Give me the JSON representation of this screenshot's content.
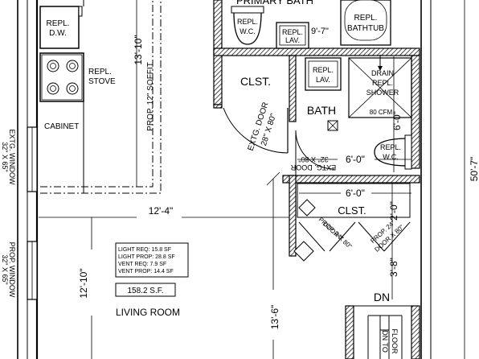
{
  "rooms": {
    "primary_bath": "PRIMARY BATH",
    "closet_upper": "CLST.",
    "bath": "BATH",
    "closet_lower": "CLST.",
    "living_room": "LIVING ROOM"
  },
  "fixtures": {
    "dishwasher": [
      "REPL.",
      "D.W."
    ],
    "stove": [
      "REPL.",
      "STOVE"
    ],
    "cabinet": "CABINET",
    "primary_wc": [
      "REPL.",
      "W.C."
    ],
    "primary_lav": [
      "REPL.",
      "LAV."
    ],
    "bathtub": [
      "REPL.",
      "BATHTUB"
    ],
    "bath_lav": [
      "REPL.",
      "LAV."
    ],
    "drain": "DRAIN",
    "shower": [
      "REPL.",
      "SHOWER"
    ],
    "fan": "80 CFM",
    "bath_wc": [
      "REPL.",
      "W.C."
    ]
  },
  "doors": {
    "closet_exist": [
      "EXTG. DOOR",
      "28\" X 80\""
    ],
    "bath_exist": [
      "EXTG. DOOR",
      "32\" X 80\""
    ],
    "closet_new_1": [
      "PROP. 24\"",
      "DOOR X 80\""
    ],
    "closet_new_2": [
      "PROP. 24\"",
      "DOOR X 80\""
    ]
  },
  "windows": {
    "existing": [
      "EXTG. WINDOW",
      "32\" X 65\""
    ],
    "proposed": [
      "PROP. WINDOW",
      "32\" X 65\""
    ]
  },
  "dimensions": {
    "soffit_height": "13'-10\"",
    "soffit_note": "PROP. 12\" SOFFIT",
    "primary_lav_width": "9'-7\"",
    "bath_height": "6'-0\"",
    "bath_width": "6'-0\"",
    "closet_width": "6'-0\"",
    "closet_height": "2'-0\"",
    "living_width": "12'-4\"",
    "living_height": "12'-10\"",
    "lower_height": "13'-6\"",
    "stair_height": "3'-8\"",
    "overall_height": "50'-7\""
  },
  "requirements": [
    "LIGHT REQ: 15.8 SF",
    "LIGHT PROP: 28.8 SF",
    "VENT REQ: 7.9 SF",
    "VENT PROP: 14.4 SF"
  ],
  "area": "158.2 S.F.",
  "stairs": {
    "direction": "DN",
    "note": [
      "DN TO",
      "FLOOR"
    ]
  }
}
